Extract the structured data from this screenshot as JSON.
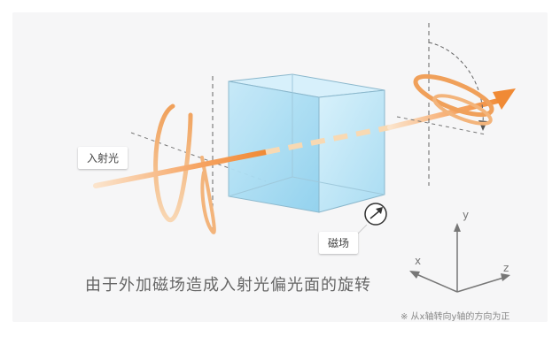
{
  "labels": {
    "incident_light": "入射光",
    "magnetic_field": "磁场",
    "caption": "由于外加磁场造成入射光偏光面的旋转",
    "note": "※ 从x轴转向y轴的方向为正"
  },
  "axes": {
    "x": "x",
    "y": "y",
    "z": "z"
  },
  "colors": {
    "wave_orange": "#f0a05a",
    "beam_orange": "#f6a463",
    "cube_face": "#aee0f5",
    "cube_edge": "#8ab7cc",
    "axis_gray": "#777777"
  },
  "icons": {
    "magnetic_field": "arrow-circle-icon"
  }
}
